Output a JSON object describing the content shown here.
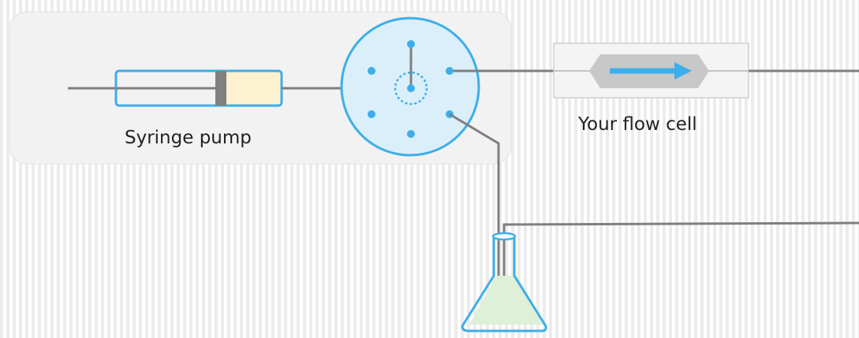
{
  "labels": {
    "syringe_pump": "Syringe pump",
    "flow_cell": "Your flow cell"
  },
  "colors": {
    "tube": "#7f7f7f",
    "accent_blue": "#3daee9",
    "valve_fill": "#dbeffa",
    "panel_fill": "#f2f2f2",
    "syringe_fluid": "#fdf2d0",
    "plunger": "#808080",
    "flask_liquid": "#dff0d8",
    "flow_cell_body": "#c8c8c8"
  },
  "components": {
    "syringe_pump": {
      "icon": "syringe-icon"
    },
    "valve": {
      "icon": "rotary-valve-icon",
      "ports": 6
    },
    "flow_cell": {
      "icon": "flow-cell-icon"
    },
    "flask": {
      "icon": "erlenmeyer-flask-icon"
    }
  }
}
